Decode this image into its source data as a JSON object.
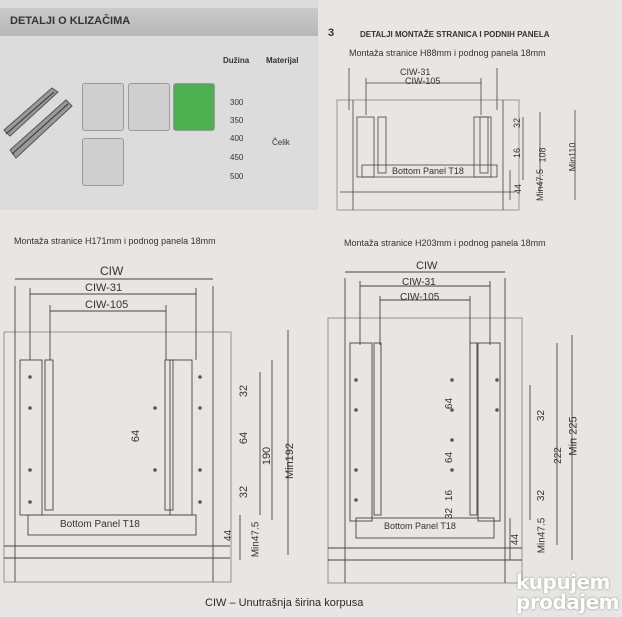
{
  "section_left": {
    "title": "DETALJI O KLIZAČIMA",
    "col_length": "Dužina",
    "col_material": "Materijal",
    "lengths": [
      "300",
      "350",
      "400",
      "450",
      "500"
    ],
    "material": "Čelik"
  },
  "section_right": {
    "number": "3",
    "title": "DETALJI MONTAŽE STRANICA I PODNIH PANELA"
  },
  "diagram_small": {
    "caption": "Montaža stranice H88mm i podnog panela 18mm",
    "ciw31": "CIW-31",
    "ciw105": "CIW-105",
    "bottom_panel": "Bottom Panel T18",
    "dims": [
      "32",
      "16",
      "108",
      "Min110",
      "44",
      "Min47.5"
    ]
  },
  "diagram_mid": {
    "caption": "Montaža stranice H171mm i podnog panela 18mm",
    "ciw": "CIW",
    "ciw31": "CIW-31",
    "ciw105": "CIW-105",
    "bottom_panel": "Bottom Panel T18",
    "dims": [
      "32",
      "64",
      "64",
      "32",
      "190",
      "Min192",
      "44",
      "Min47.5"
    ]
  },
  "diagram_big": {
    "caption": "Montaža stranice H203mm i podnog panela 18mm",
    "ciw": "CIW",
    "ciw31": "CIW-31",
    "ciw105": "CIW-105",
    "bottom_panel": "Bottom Panel T18",
    "dims": [
      "64",
      "64",
      "32",
      "32",
      "16",
      "32",
      "222",
      "Min 225",
      "44",
      "Min47.5"
    ]
  },
  "footer": "CIW – Unutrašnja širina korpusa",
  "watermark": [
    "kupujem",
    "prodajem"
  ]
}
